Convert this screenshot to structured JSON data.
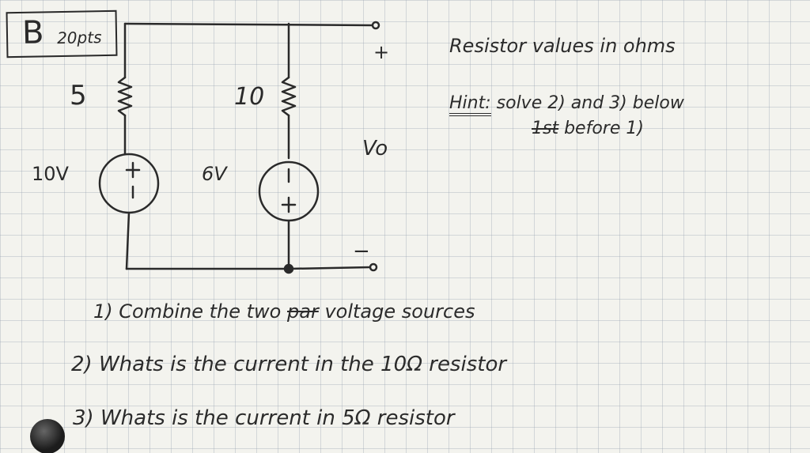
{
  "problem": {
    "letter": "B",
    "points": "20pts"
  },
  "components": {
    "r1": "5",
    "r2": "10",
    "v1": "10V",
    "v2": "6V",
    "v1_plus": "+",
    "v1_minus": "−",
    "v2_minus": "−",
    "v2_plus": "+",
    "out_plus": "+",
    "out_minus": "−",
    "vo": "Vo"
  },
  "notes": {
    "resistor_values": "Resistor values in ohms",
    "hint_label": "Hint:",
    "hint_text": "solve 2) and 3) below",
    "hint_strike": "1st",
    "hint_text2": "before 1)"
  },
  "questions": [
    {
      "num": "1)",
      "pre": "Combine the two",
      "strike": "par",
      "post": "voltage sources"
    },
    {
      "num": "2)",
      "text": "Whats is the current in the 10Ω resistor"
    },
    {
      "num": "3)",
      "text": "Whats is the current in 5Ω resistor"
    }
  ],
  "colors": {
    "ink": "#2a2a2a",
    "paper": "#f3f3ee",
    "grid": "#9aa0af"
  }
}
